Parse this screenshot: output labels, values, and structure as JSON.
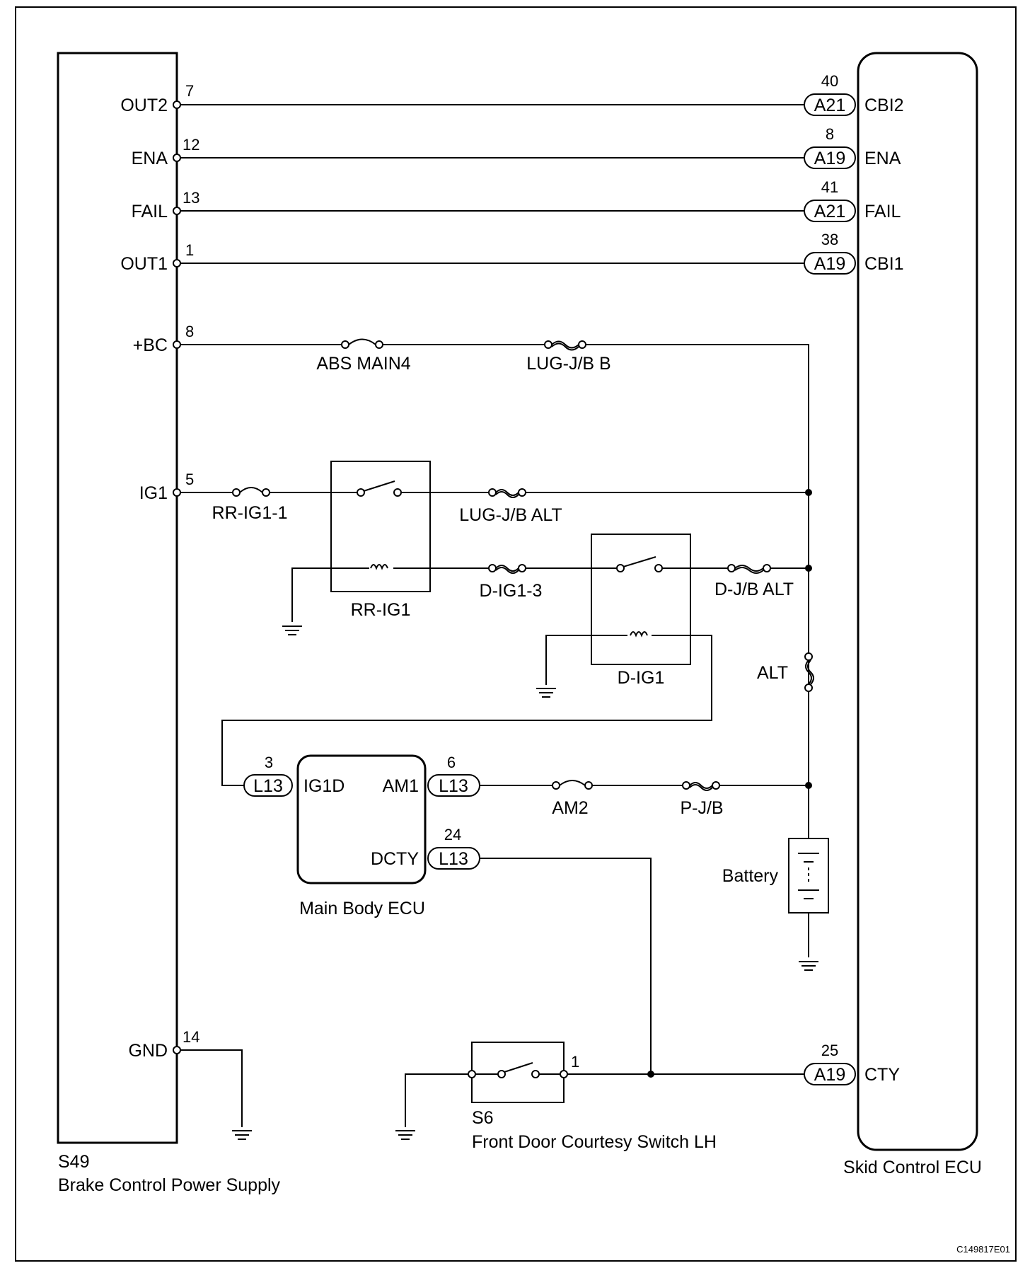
{
  "left_component": {
    "code": "S49",
    "name": "Brake Control Power Supply",
    "pins": [
      {
        "label": "OUT2",
        "number": "7"
      },
      {
        "label": "ENA",
        "number": "12"
      },
      {
        "label": "FAIL",
        "number": "13"
      },
      {
        "label": "OUT1",
        "number": "1"
      },
      {
        "label": "+BC",
        "number": "8"
      },
      {
        "label": "IG1",
        "number": "5"
      },
      {
        "label": "GND",
        "number": "14"
      }
    ]
  },
  "right_component": {
    "name": "Skid Control ECU",
    "pins": [
      {
        "number": "40",
        "connector": "A21",
        "label": "CBI2"
      },
      {
        "number": "8",
        "connector": "A19",
        "label": "ENA"
      },
      {
        "number": "41",
        "connector": "A21",
        "label": "FAIL"
      },
      {
        "number": "38",
        "connector": "A19",
        "label": "CBI1"
      },
      {
        "number": "25",
        "connector": "A19",
        "label": "CTY"
      }
    ]
  },
  "fuses": {
    "abs_main4": "ABS MAIN4",
    "lug_jb_b": "LUG-J/B B",
    "rr_ig1_1": "RR-IG1-1",
    "lug_jb_alt": "LUG-J/B ALT",
    "d_ig1_3": "D-IG1-3",
    "d_jb_alt": "D-J/B ALT",
    "alt": "ALT",
    "am2": "AM2",
    "p_jb": "P-J/B"
  },
  "relays": {
    "rr_ig1": "RR-IG1",
    "d_ig1": "D-IG1"
  },
  "main_body_ecu": {
    "name": "Main Body ECU",
    "pins": [
      {
        "number": "3",
        "connector": "L13",
        "label": "IG1D"
      },
      {
        "number": "6",
        "connector": "L13",
        "label": "AM1"
      },
      {
        "number": "24",
        "connector": "L13",
        "label": "DCTY"
      }
    ]
  },
  "battery": "Battery",
  "door_switch": {
    "code": "S6",
    "name": "Front Door Courtesy Switch LH",
    "pin": "1"
  },
  "figure_id": "C149817E01"
}
